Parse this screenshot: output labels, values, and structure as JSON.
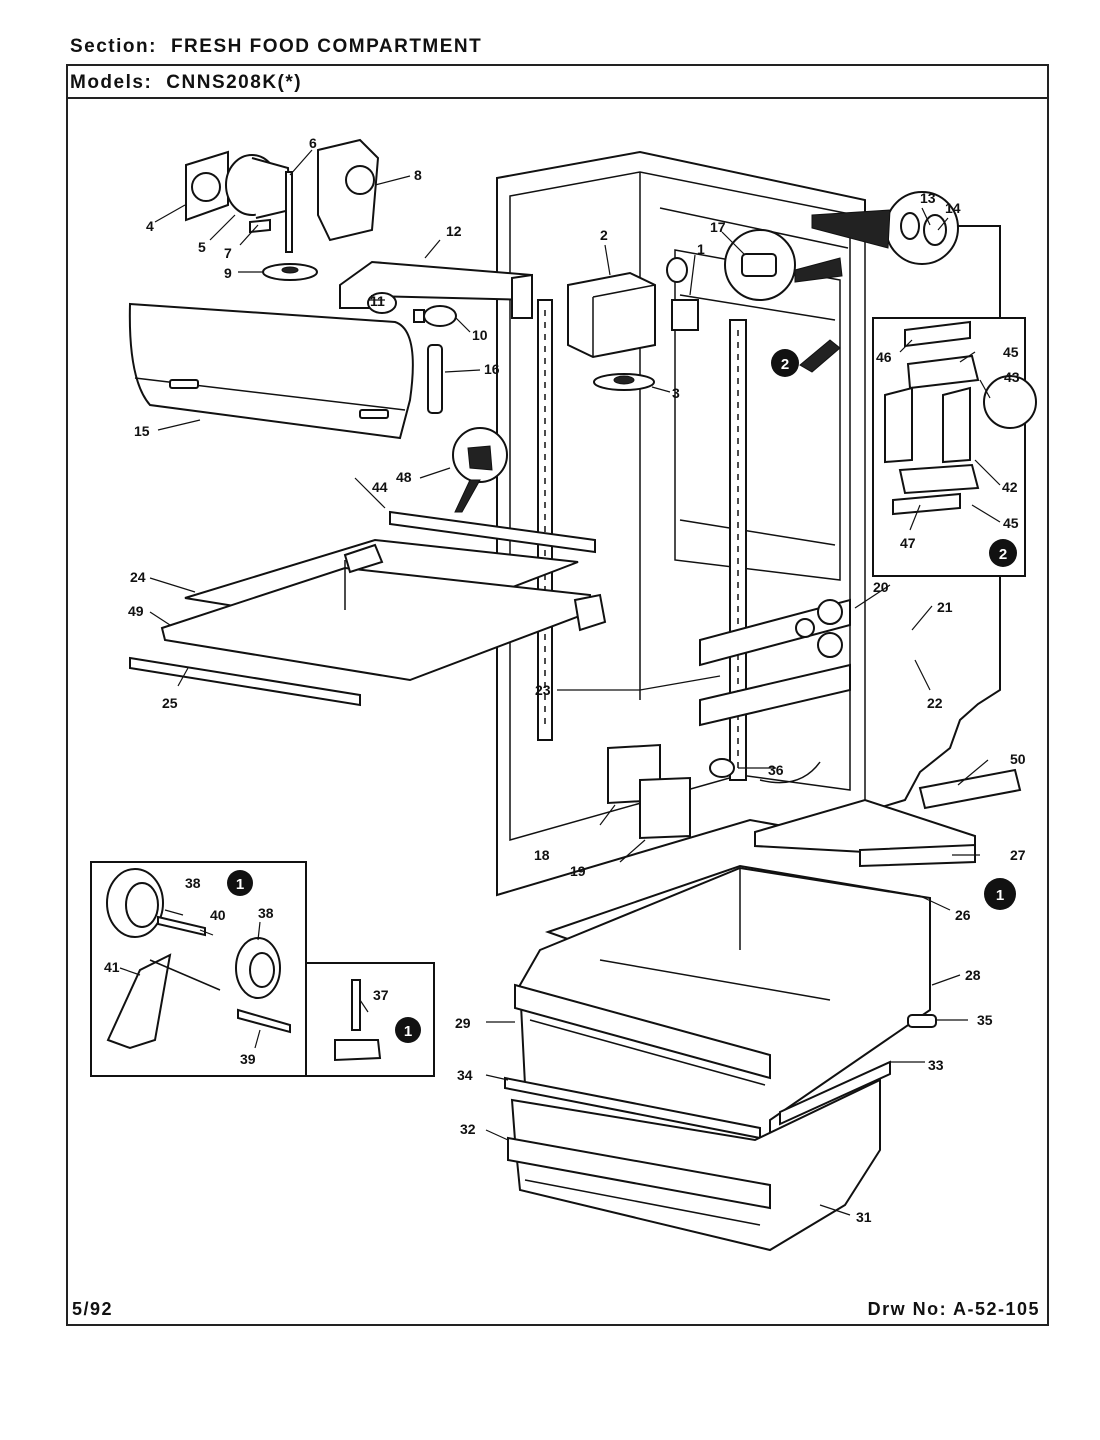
{
  "header": {
    "section_label": "Section:",
    "section_value": "FRESH FOOD COMPARTMENT",
    "models_label": "Models:",
    "models_value": "CNNS208K(*)"
  },
  "footer": {
    "date": "5/92",
    "drawing_label": "Drw No:",
    "drawing_number": "A-52-105"
  },
  "callouts": [
    "1",
    "2",
    "3",
    "4",
    "5",
    "6",
    "7",
    "8",
    "9",
    "10",
    "11",
    "12",
    "13",
    "14",
    "15",
    "16",
    "17",
    "18",
    "19",
    "20",
    "21",
    "22",
    "23",
    "24",
    "25",
    "26",
    "27",
    "28",
    "29",
    "31",
    "32",
    "33",
    "34",
    "35",
    "36",
    "37",
    "38",
    "38",
    "39",
    "40",
    "41",
    "42",
    "43",
    "44",
    "45",
    "45",
    "46",
    "47",
    "48",
    "49",
    "50"
  ],
  "detail_badges": [
    "1",
    "2"
  ]
}
